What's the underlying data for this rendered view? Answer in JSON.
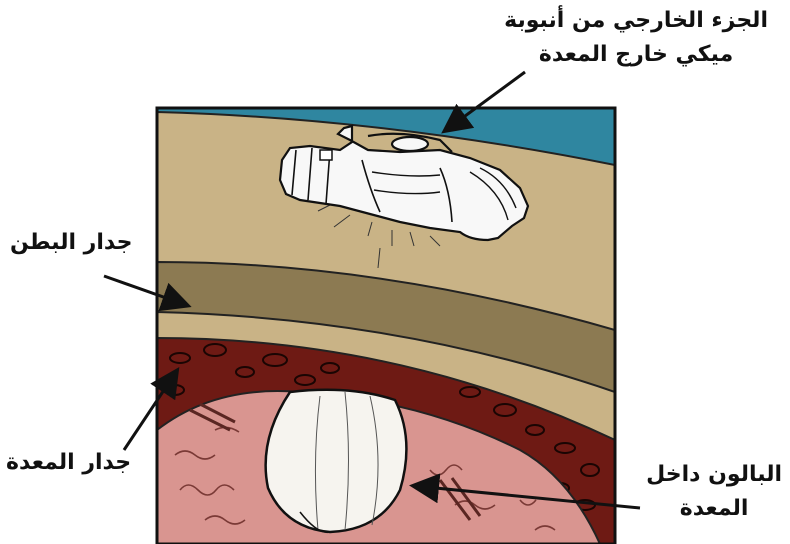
{
  "labels": {
    "external_part": {
      "line1": "الجزء الخارجي من أنبوبة",
      "line2": "ميكي خارج المعدة"
    },
    "abdominal_wall": "جدار البطن",
    "stomach_wall": "جدار المعدة",
    "balloon": {
      "line1": "البالون داخل",
      "line2": "المعدة"
    }
  },
  "colors": {
    "outside_blue": "#2f86a0",
    "skin": "#c9b386",
    "muscle": "#8c7a52",
    "stomach_wall": "#6e1a14",
    "stomach_lining": "#d99590",
    "balloon": "#f6f4ef",
    "outline": "#111111"
  },
  "icons": {
    "device": "mic-key-gastrostomy-button",
    "arrows": "pointer-arrow"
  }
}
